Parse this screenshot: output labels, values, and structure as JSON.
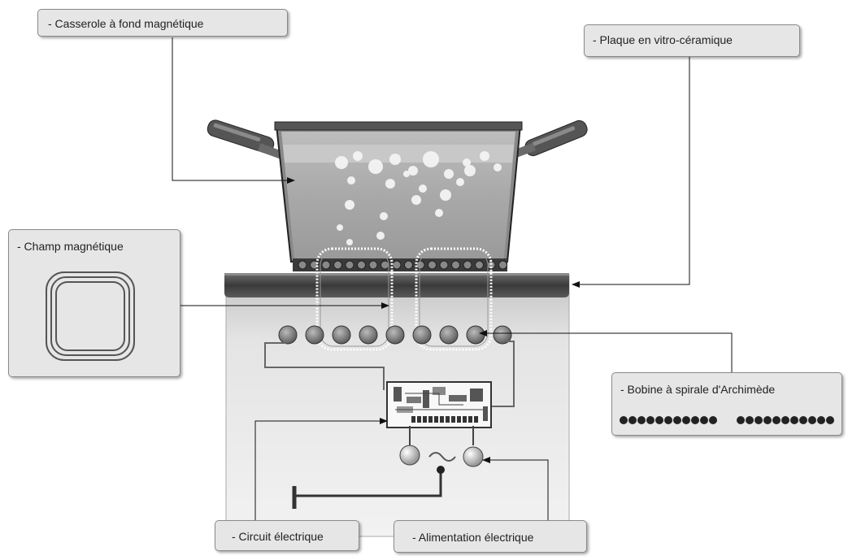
{
  "labels": {
    "casserole": "- Casserole à fond magnétique",
    "plaque": "- Plaque en vitro-céramique",
    "champ": "- Champ magnétique",
    "bobine": "- Bobine à spirale d'Archimède",
    "circuit": "- Circuit électrique",
    "alimentation": "- Alimentation électrique"
  },
  "colors": {
    "label_bg": "#e6e6e6",
    "stroke": "#333333",
    "body_fill": "#d9d9d9",
    "hob_dark": "#4a4a4a",
    "coil": "#6a6a6a"
  },
  "icons": {
    "wave": "tilde-icon"
  }
}
